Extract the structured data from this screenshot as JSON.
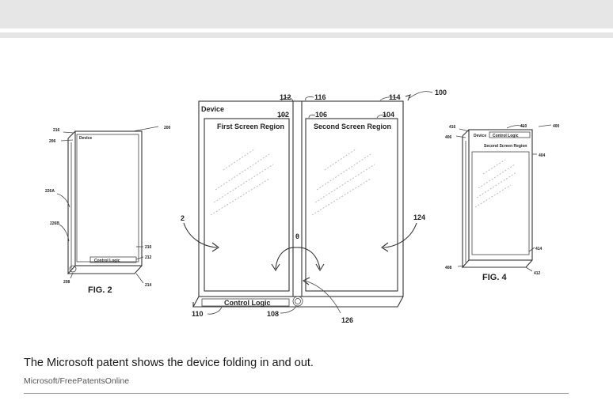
{
  "caption": "The Microsoft patent shows the device folding in and out.",
  "credit": "Microsoft/FreePatentsOnline",
  "figure": {
    "fig2_label": "FIG. 2",
    "fig4_label": "FIG. 4",
    "device": "Device",
    "first_screen": "First Screen Region",
    "second_screen": "Second Screen Region",
    "control_logic": "Control Logic",
    "theta": "θ",
    "refs": {
      "r100": "100",
      "r102": "102",
      "r104": "104",
      "r106": "106",
      "r108": "108",
      "r110": "110",
      "r112": "112",
      "r114": "114",
      "r116": "116",
      "r124": "124",
      "r126": "126",
      "r2": "2",
      "r200": "200",
      "r206": "206",
      "r208": "208",
      "r210": "210",
      "r212": "212",
      "r214": "214",
      "r216": "216",
      "r226a": "226A",
      "r226b": "226B",
      "r400": "400",
      "r404": "404",
      "r406": "406",
      "r408": "408",
      "r410": "410",
      "r412": "412",
      "r414": "414",
      "r416": "416"
    }
  }
}
